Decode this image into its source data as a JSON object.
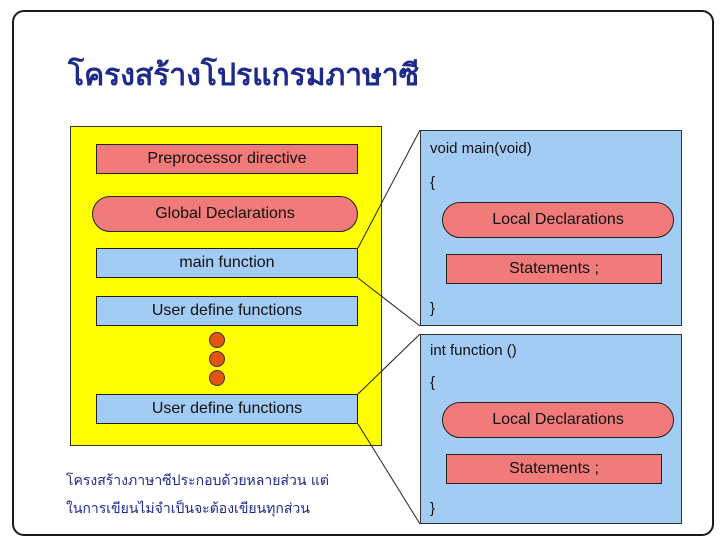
{
  "title": "โครงสร้างโปรแกรมภาษาซี",
  "structure": {
    "preprocessor": "Preprocessor directive",
    "global": "Global Declarations",
    "main_fn": "main function",
    "user_fn_1": "User define functions",
    "user_fn_2": "User define functions"
  },
  "main_panel": {
    "signature": "void main(void)",
    "open_brace": "{",
    "local": "Local Declarations",
    "statements": "Statements ;",
    "close_brace": "}"
  },
  "func_panel": {
    "signature": "int function ()",
    "open_brace": "{",
    "local": "Local Declarations",
    "statements": "Statements ;",
    "close_brace": "}"
  },
  "note": {
    "line1": "โครงสร้างภาษาซีประกอบด้วยหลายส่วน   แต่",
    "line2": "ในการเขียนไม่จำเป็นจะต้องเขียนทุกส่วน"
  },
  "colors": {
    "yellow_bg": "#ffff00",
    "pink": "#f17a7a",
    "blue": "#a3ccf5",
    "dot": "#e0550f",
    "title": "#1f2a8a"
  }
}
